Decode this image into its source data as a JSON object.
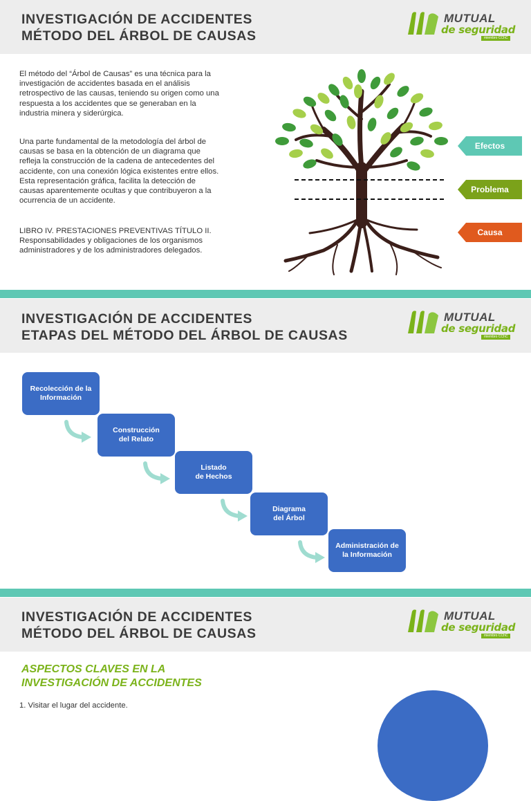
{
  "section1": {
    "title_line1": "INVESTIGACIÓN DE ACCIDENTES",
    "title_line2": "MÉTODO DEL ÁRBOL DE CAUSAS",
    "paragraphs": [
      "El método del “Árbol de Causas” es una técnica para la investigación de accidentes basada en el análisis retrospectivo de las causas, teniendo su origen como una respuesta a los accidentes que se generaban en la industria minera y siderúrgica.",
      "Una parte fundamental de la metodología del árbol de causas se basa en la obtención de un diagrama que refleja la construcción de la cadena de antecedentes del accidente, con una conexión lógica existentes entre ellos. Esta representación gráfica, facilita la detección de causas aparentemente ocultas y que contribuyeron a la ocurrencia de un accidente.",
      "LIBRO IV. PRESTACIONES PREVENTIVAS TÍTULO II. Responsabilidades y obligaciones de los organismos administradores y de los administradores delegados."
    ],
    "tags": [
      {
        "label": "Efectos",
        "color": "#5ec8b4"
      },
      {
        "label": "Problema",
        "color": "#7ba21a"
      },
      {
        "label": "Causa",
        "color": "#e05a1e"
      }
    ]
  },
  "section2": {
    "title_line1": "INVESTIGACIÓN DE ACCIDENTES",
    "title_line2": "ETAPAS DEL MÉTODO DEL ÁRBOL DE CAUSAS",
    "steps": [
      {
        "line1": "Recolección de la",
        "line2": "Información"
      },
      {
        "line1": "Construcción",
        "line2": "del Relato"
      },
      {
        "line1": "Listado",
        "line2": "de Hechos"
      },
      {
        "line1": "Diagrama",
        "line2": "del Árbol"
      },
      {
        "line1": "Administración de",
        "line2": "la Información"
      }
    ]
  },
  "section3": {
    "title_line1": "INVESTIGACIÓN DE ACCIDENTES",
    "title_line2": "MÉTODO DEL ÁRBOL DE CAUSAS",
    "subtitle_line1": "ASPECTOS CLAVES EN LA",
    "subtitle_line2": "INVESTIGACIÓN DE ACCIDENTES",
    "list_item_1": "1. Visitar el lugar del accidente."
  },
  "logo": {
    "brand": "MUTUAL",
    "sub": "de seguridad",
    "tag": "miembro CChC"
  },
  "colors": {
    "header_bg": "#ededed",
    "divider": "#5ec8b4",
    "step_blue": "#3b6cc5",
    "brand_green": "#7bb31a"
  }
}
